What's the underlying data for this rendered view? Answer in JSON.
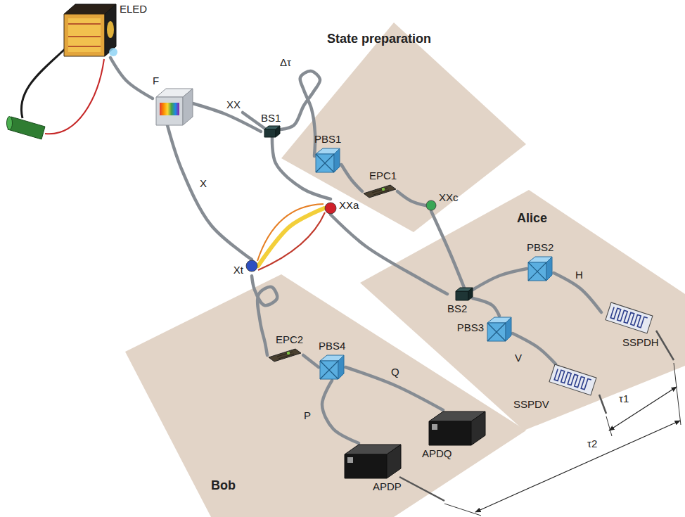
{
  "diagram": {
    "nodes": [
      {
        "text": [
          "ELED"
        ]
      },
      {
        "text": [
          "F"
        ]
      },
      {
        "text": [
          "State preparation"
        ]
      },
      {
        "text": [
          "BS1"
        ]
      },
      {
        "text": [
          "PBS1"
        ],
        "in": 2
      },
      {
        "text": [
          "EPC1"
        ],
        "in": 2
      },
      {
        "text": [
          "XXc"
        ],
        "in": 2
      },
      {
        "text": [
          "XXa"
        ]
      },
      {
        "text": [
          "Xt"
        ]
      },
      {
        "text": [
          "Alice"
        ]
      },
      {
        "text": [
          "BS2"
        ],
        "in": 9
      },
      {
        "text": [
          "PBS2"
        ],
        "in": 9
      },
      {
        "text": [
          "SSPDH"
        ],
        "in": 9
      },
      {
        "text": [
          "PBS3"
        ],
        "in": 9
      },
      {
        "text": [
          "SSPDV"
        ],
        "in": 9
      },
      {
        "text": [
          "Bob"
        ]
      },
      {
        "text": [
          "EPC2"
        ],
        "in": 15
      },
      {
        "text": [
          "PBS4"
        ],
        "in": 15
      },
      {
        "text": [
          "APDP"
        ],
        "in": 15
      },
      {
        "text": [
          "APDQ"
        ],
        "in": 15
      }
    ],
    "edges": [
      {
        "from": 0,
        "to": 1,
        "arrow": "none"
      },
      {
        "from": 1,
        "to": 3,
        "label": "XX",
        "arrow": "none"
      },
      {
        "from": 1,
        "to": 8,
        "label": "X",
        "arrow": "none"
      },
      {
        "from": 3,
        "to": 4,
        "label": "Δτ",
        "arrow": "none"
      },
      {
        "from": 4,
        "to": 5,
        "arrow": "none"
      },
      {
        "from": 5,
        "to": 6,
        "arrow": "none"
      },
      {
        "from": 3,
        "to": 7,
        "arrow": "none"
      },
      {
        "from": 7,
        "to": 10,
        "arrow": "none"
      },
      {
        "from": 6,
        "to": 10,
        "arrow": "none"
      },
      {
        "from": 10,
        "to": 11,
        "arrow": "none"
      },
      {
        "from": 10,
        "to": 13,
        "arrow": "none"
      },
      {
        "from": 11,
        "to": 12,
        "label": "H",
        "arrow": "none"
      },
      {
        "from": 13,
        "to": 14,
        "label": "V",
        "arrow": "none"
      },
      {
        "from": 8,
        "to": 16,
        "arrow": "none"
      },
      {
        "from": 16,
        "to": 17,
        "arrow": "none"
      },
      {
        "from": 17,
        "to": 18,
        "label": "P",
        "arrow": "none"
      },
      {
        "from": 17,
        "to": 19,
        "label": "Q",
        "arrow": "none"
      },
      {
        "from": 8,
        "to": 7,
        "arrow": "none"
      }
    ],
    "labels": [
      "τ1",
      "τ2"
    ]
  }
}
